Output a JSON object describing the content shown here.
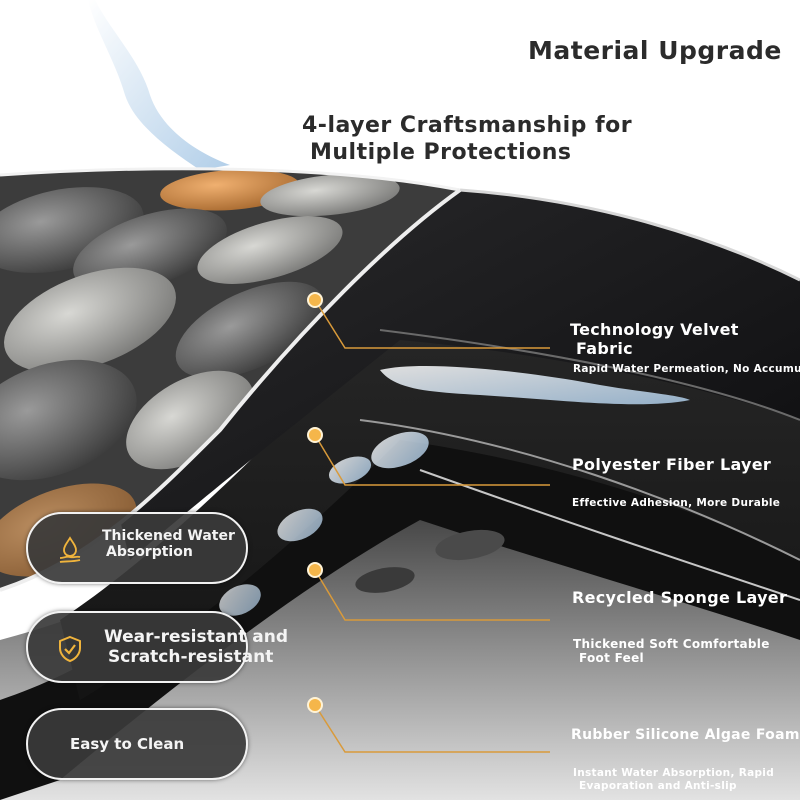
{
  "header": {
    "title": "Material Upgrade",
    "subtitle_line1": "4-layer Craftsmanship for",
    "subtitle_line2": "Multiple Protections"
  },
  "colors": {
    "accent_dot": "#f5b64a",
    "callout_line": "#d99a3a",
    "pill_bg": "#3a3a3a",
    "pill_border": "#f2f2f2",
    "icon_gold": "#f0b43c",
    "heading_text": "#2b2b2b",
    "layer_text": "#ffffff"
  },
  "layers": [
    {
      "name_line1": "Technology Velvet",
      "name_line2": "Fabric",
      "desc_line1": "Rapid Water Permeation, No Accumula",
      "desc_line2": ""
    },
    {
      "name_line1": "Polyester Fiber Layer",
      "name_line2": "",
      "desc_line1": "Effective Adhesion, More Durable",
      "desc_line2": ""
    },
    {
      "name_line1": "Recycled Sponge Layer",
      "name_line2": "",
      "desc_line1": "Thickened Soft Comfortable",
      "desc_line2": "Foot Feel"
    },
    {
      "name_line1": "Rubber Silicone Algae Foam",
      "name_line2": "",
      "desc_line1": "Instant Water Absorption, Rapid",
      "desc_line2": "Evaporation and Anti-slip"
    }
  ],
  "features": [
    {
      "line1": "Thickened Water",
      "line2": "Absorption",
      "icon": "water-drop-hand-icon"
    },
    {
      "line1": "Wear-resistant and",
      "line2": "Scratch-resistant",
      "icon": "shield-check-icon"
    },
    {
      "line1": "Easy to Clean",
      "line2": "",
      "icon": ""
    }
  ]
}
